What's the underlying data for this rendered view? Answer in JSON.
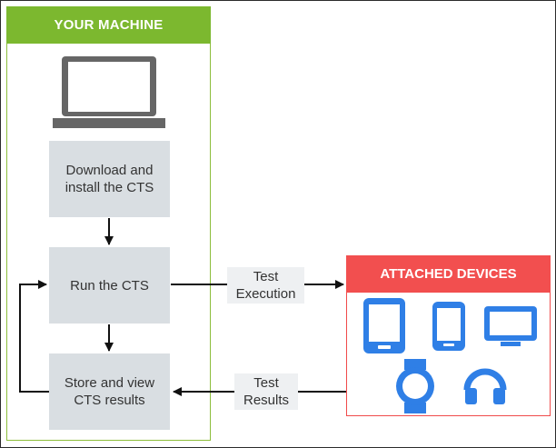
{
  "machine": {
    "title": "YOUR MACHINE",
    "steps": [
      {
        "label": "Download and\ninstall the CTS"
      },
      {
        "label": "Run the CTS"
      },
      {
        "label": "Store and view\nCTS results"
      }
    ]
  },
  "devices": {
    "title": "ATTACHED DEVICES",
    "icons": [
      "tablet-icon",
      "phone-icon",
      "tv-icon",
      "watch-icon",
      "headphones-icon"
    ]
  },
  "edges": {
    "test_execution": "Test\nExecution",
    "test_results": "Test\nResults"
  },
  "colors": {
    "machine_accent": "#7cb82f",
    "devices_accent": "#f24f4f",
    "device_icon": "#2f7fe6",
    "step_fill": "#d9dee2",
    "laptop": "#666666"
  }
}
